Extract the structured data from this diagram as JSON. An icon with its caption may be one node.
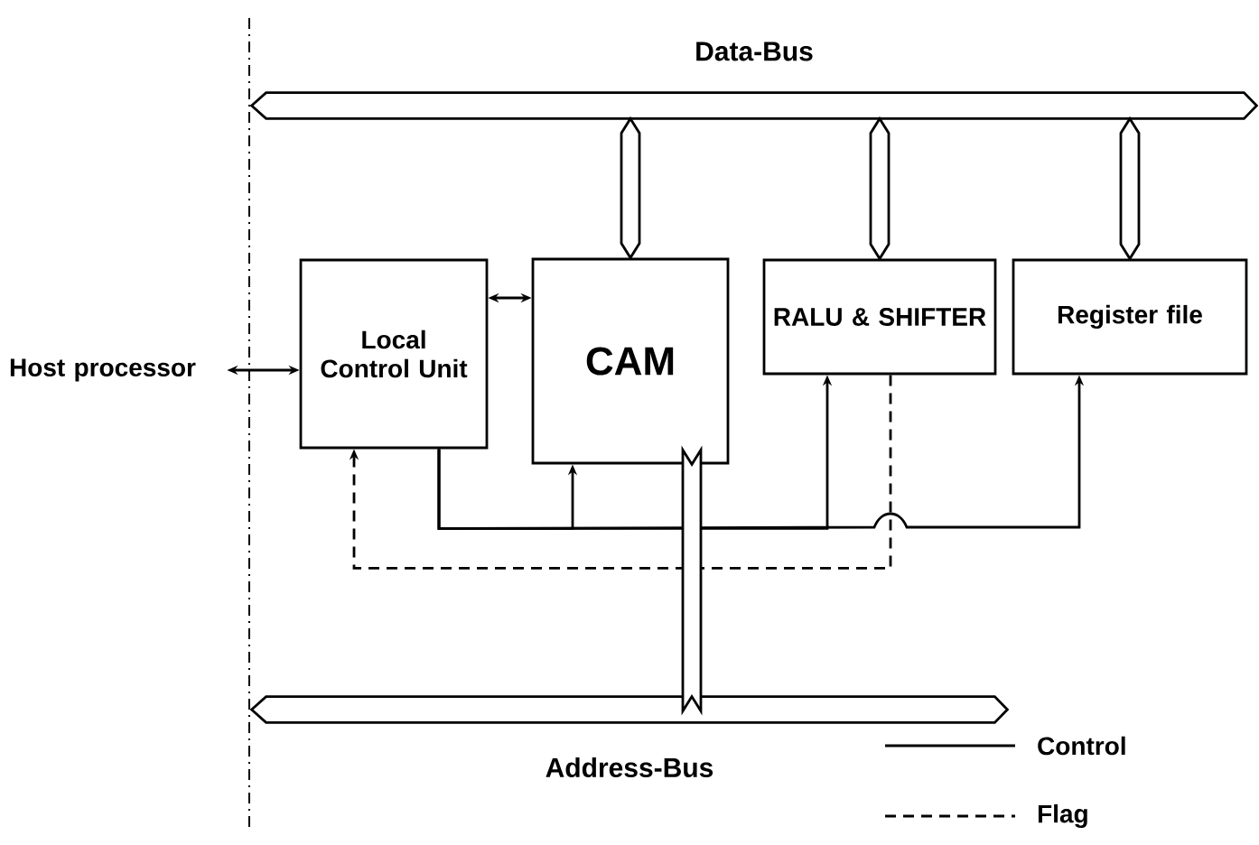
{
  "diagram": {
    "nodes": [
      {
        "text": [
          "Host processor"
        ]
      },
      {
        "text": [
          "Data-Bus"
        ]
      },
      {
        "text": [
          "Local Control Unit"
        ]
      },
      {
        "text": [
          "CAM"
        ]
      },
      {
        "text": [
          "RALU & SHIFTER"
        ]
      },
      {
        "text": [
          "Register file"
        ]
      },
      {
        "text": [
          "Address-Bus"
        ]
      }
    ],
    "edges": [
      {
        "from": 0,
        "to": 2,
        "arrow": "both"
      },
      {
        "from": 2,
        "to": 3,
        "arrow": "both"
      },
      {
        "from": 1,
        "to": 3,
        "arrow": "none",
        "style": "thick"
      },
      {
        "from": 1,
        "to": 4,
        "arrow": "none",
        "style": "thick"
      },
      {
        "from": 1,
        "to": 5,
        "arrow": "none",
        "style": "thick"
      },
      {
        "from": 3,
        "to": 6,
        "arrow": "none",
        "style": "thick"
      },
      {
        "from": 2,
        "to": 3,
        "arrow": "to"
      },
      {
        "from": 2,
        "to": 4,
        "arrow": "to"
      },
      {
        "from": 2,
        "to": 5,
        "arrow": "to"
      },
      {
        "from": 4,
        "to": 2,
        "arrow": "to",
        "style": "dashed"
      }
    ],
    "legend": [
      {
        "text": "Control"
      },
      {
        "text": "Flag"
      }
    ]
  }
}
